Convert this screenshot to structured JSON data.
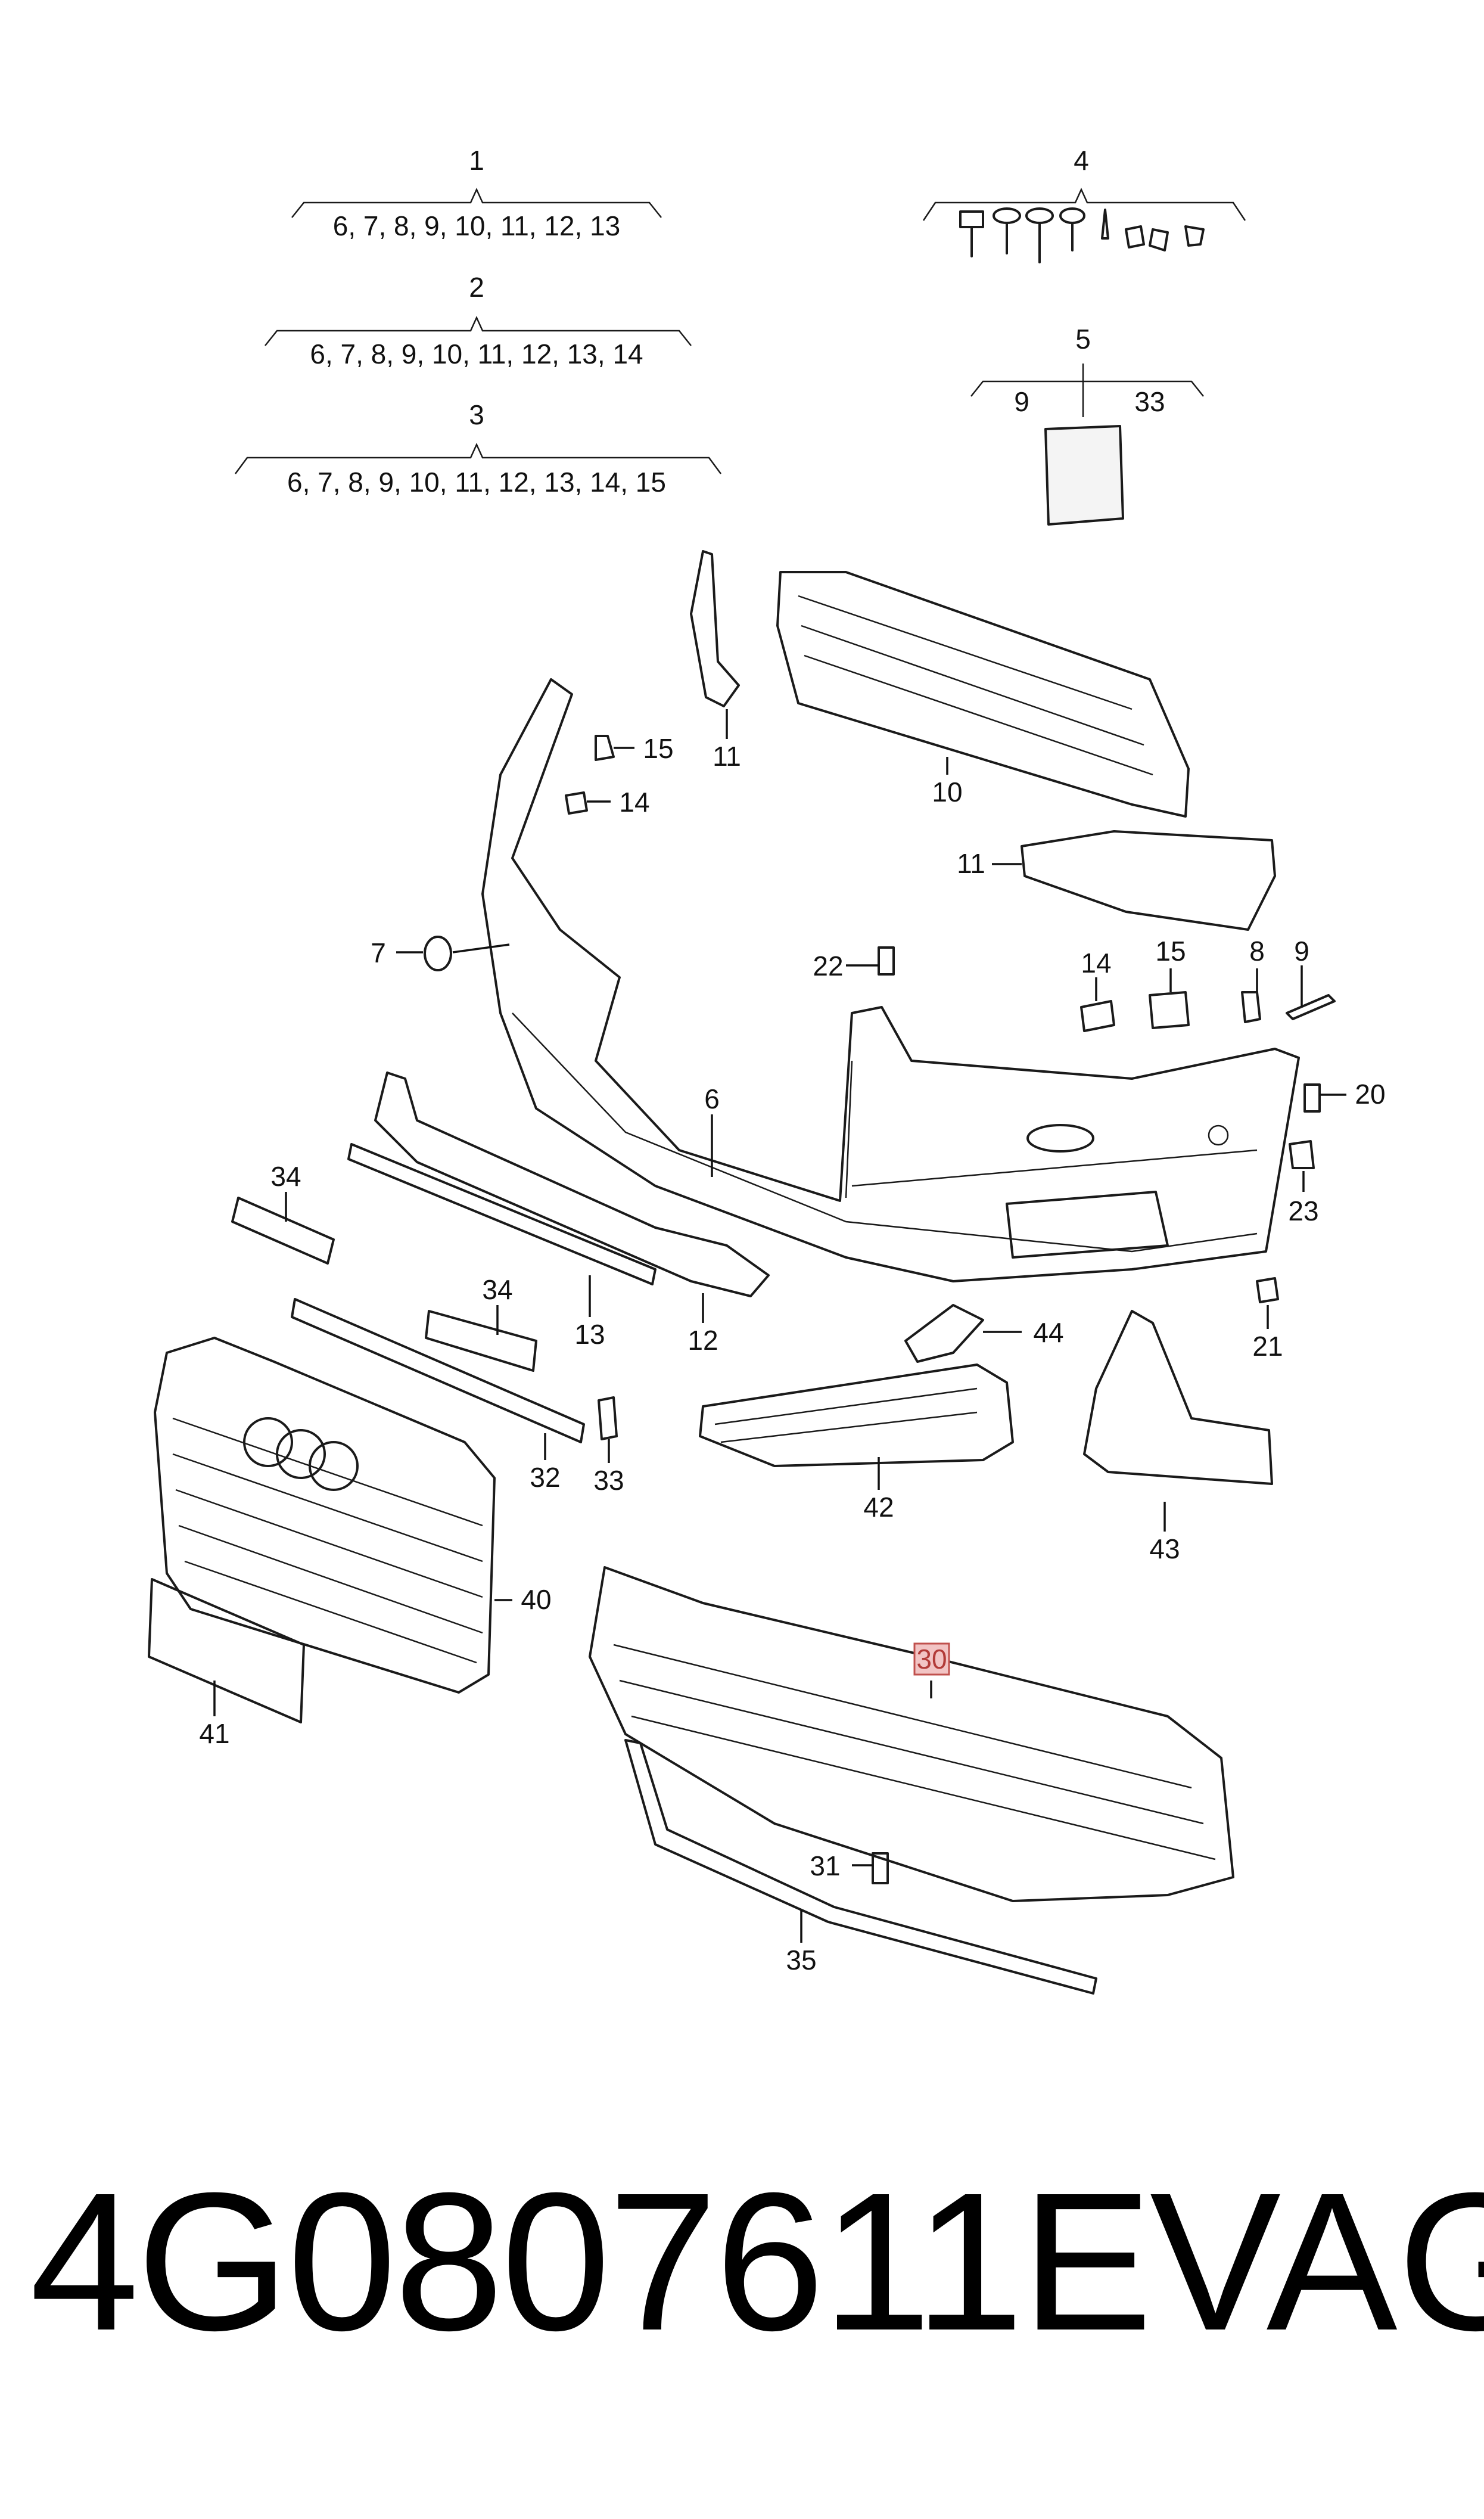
{
  "groups": [
    {
      "label": "1",
      "items": "6, 7, 8, 9, 10, 11, 12, 13"
    },
    {
      "label": "2",
      "items": "6, 7, 8, 9, 10, 11, 12, 13, 14"
    },
    {
      "label": "3",
      "items": "6, 7, 8, 9, 10, 11, 12, 13, 14, 15"
    },
    {
      "label": "4",
      "items": ""
    },
    {
      "label": "5",
      "left": "9",
      "right": "33"
    }
  ],
  "callouts": {
    "c6": "6",
    "c7": "7",
    "c8": "8",
    "c9": "9",
    "c10": "10",
    "c11a": "11",
    "c11b": "11",
    "c12": "12",
    "c13": "13",
    "c14a": "14",
    "c14b": "14",
    "c15a": "15",
    "c15b": "15",
    "c20": "20",
    "c21": "21",
    "c22": "22",
    "c23": "23",
    "c30": "30",
    "c31": "31",
    "c32": "32",
    "c33": "33",
    "c34a": "34",
    "c34b": "34",
    "c35": "35",
    "c40": "40",
    "c41": "41",
    "c42": "42",
    "c43": "43",
    "c44": "44"
  },
  "highlight_color": "#c0504d",
  "footer": {
    "part_number": "4G0807611E",
    "brand": "VAG"
  }
}
